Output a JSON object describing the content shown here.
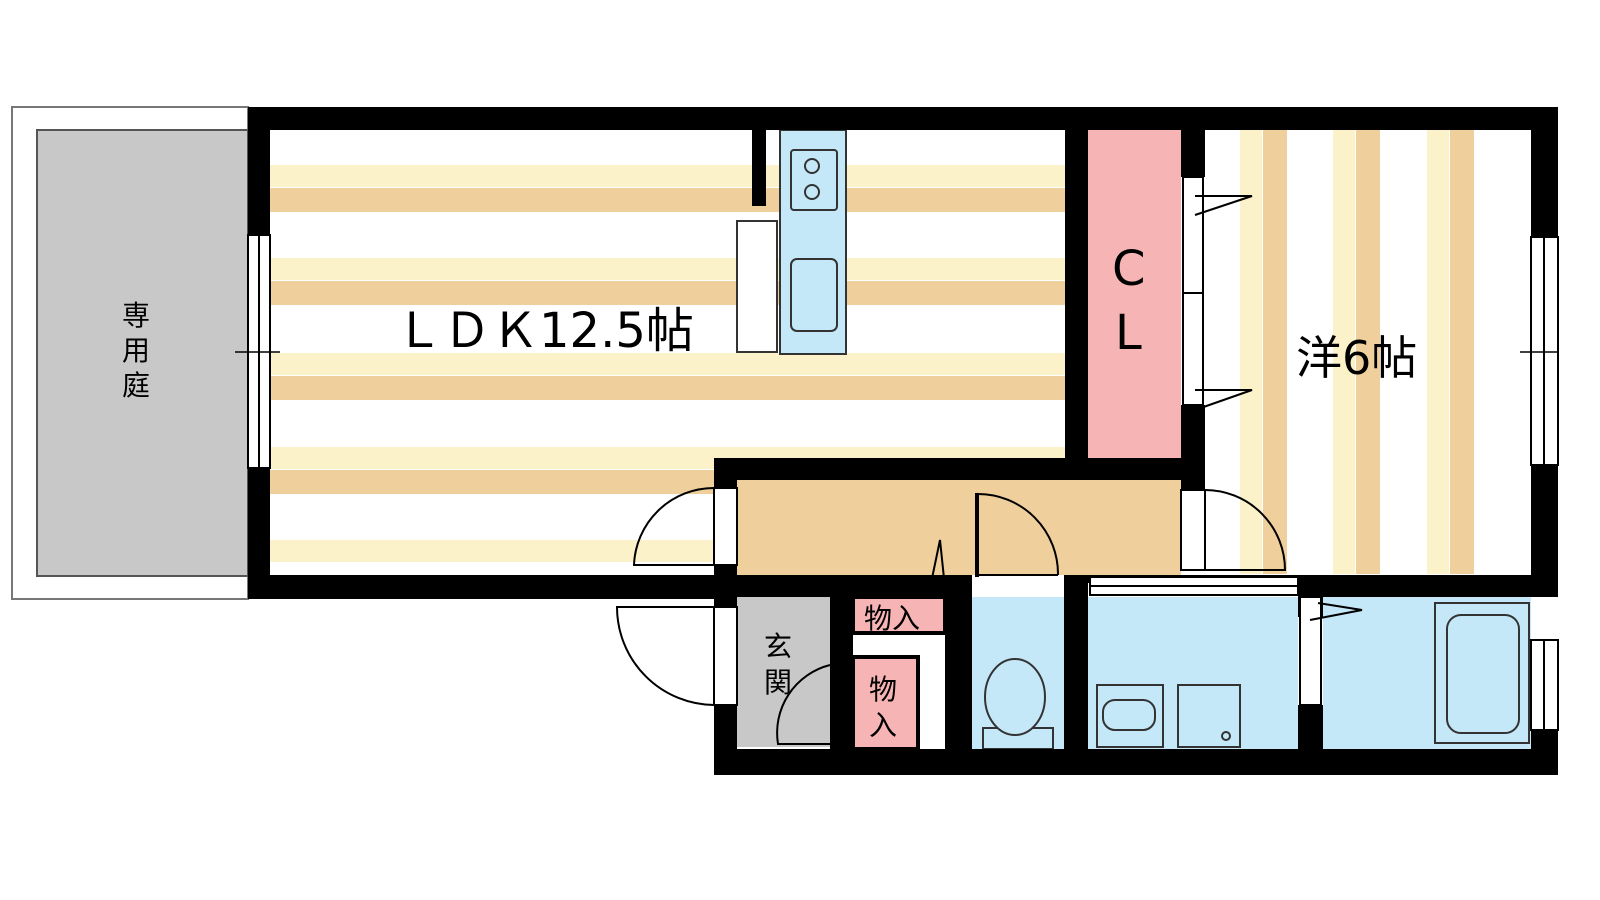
{
  "rooms": {
    "ldk": "ＬＤＫ12.5帖",
    "western": "洋6帖",
    "closet_top": "C",
    "closet_bottom": "L",
    "private_garden": [
      "専",
      "用",
      "庭"
    ],
    "entrance": [
      "玄",
      "関"
    ],
    "storage_upper": "物入",
    "storage_lower": [
      "物",
      "入"
    ]
  },
  "colors": {
    "wall": "#000000",
    "floor_stripe": "#efcf9b",
    "floor_stripe_light": "#fbf2c9",
    "closet": "#f7b4b4",
    "storage": "#f7b4b4",
    "wet_area": "#c4e8f8",
    "garden": "#c8c8c8",
    "entrance": "#c8c8c8",
    "hallway": "#efcf9b"
  }
}
